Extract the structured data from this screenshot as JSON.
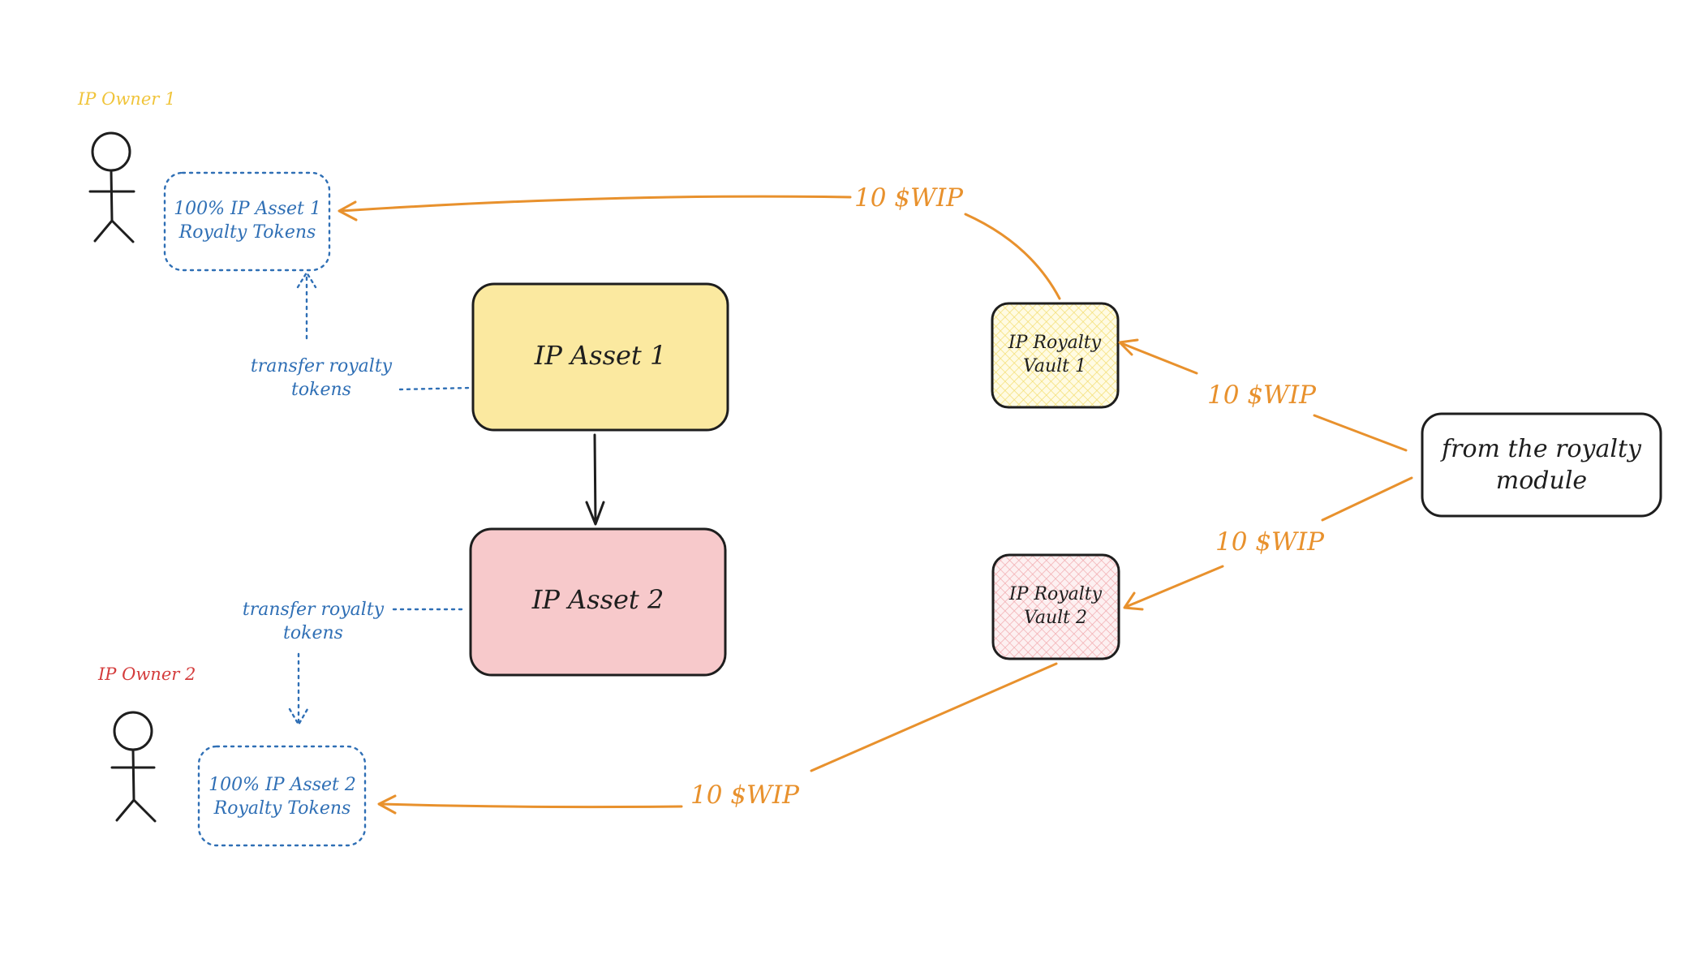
{
  "colors": {
    "orange": "#e8912d",
    "blue": "#2f6fb5",
    "ink": "#1e1e1e",
    "yellow_fill": "#fbe9a0",
    "pink_fill": "#f7c9cb",
    "owner1_label": "#f0c43a",
    "owner2_label": "#d43c3c"
  },
  "owner1": {
    "label": "IP Owner 1",
    "icon": "stick-figure-icon"
  },
  "owner2": {
    "label": "IP Owner 2",
    "icon": "stick-figure-icon"
  },
  "tokens1": {
    "line1": "100% IP Asset 1",
    "line2": "Royalty Tokens"
  },
  "tokens2": {
    "line1": "100% IP Asset 2",
    "line2": "Royalty Tokens"
  },
  "asset1": {
    "label": "IP Asset 1"
  },
  "asset2": {
    "label": "IP Asset 2"
  },
  "vault1": {
    "line1": "IP Royalty",
    "line2": "Vault 1"
  },
  "vault2": {
    "line1": "IP Royalty",
    "line2": "Vault 2"
  },
  "module": {
    "line1": "from the royalty",
    "line2": "module"
  },
  "transfer1": {
    "line1": "transfer royalty",
    "line2": "tokens"
  },
  "transfer2": {
    "line1": "transfer royalty",
    "line2": "tokens"
  },
  "flows": {
    "vault1_to_tokens1": "10 $WIP",
    "module_to_vault1": "10 $WIP",
    "module_to_vault2": "10 $WIP",
    "vault2_to_tokens2": "10 $WIP"
  }
}
